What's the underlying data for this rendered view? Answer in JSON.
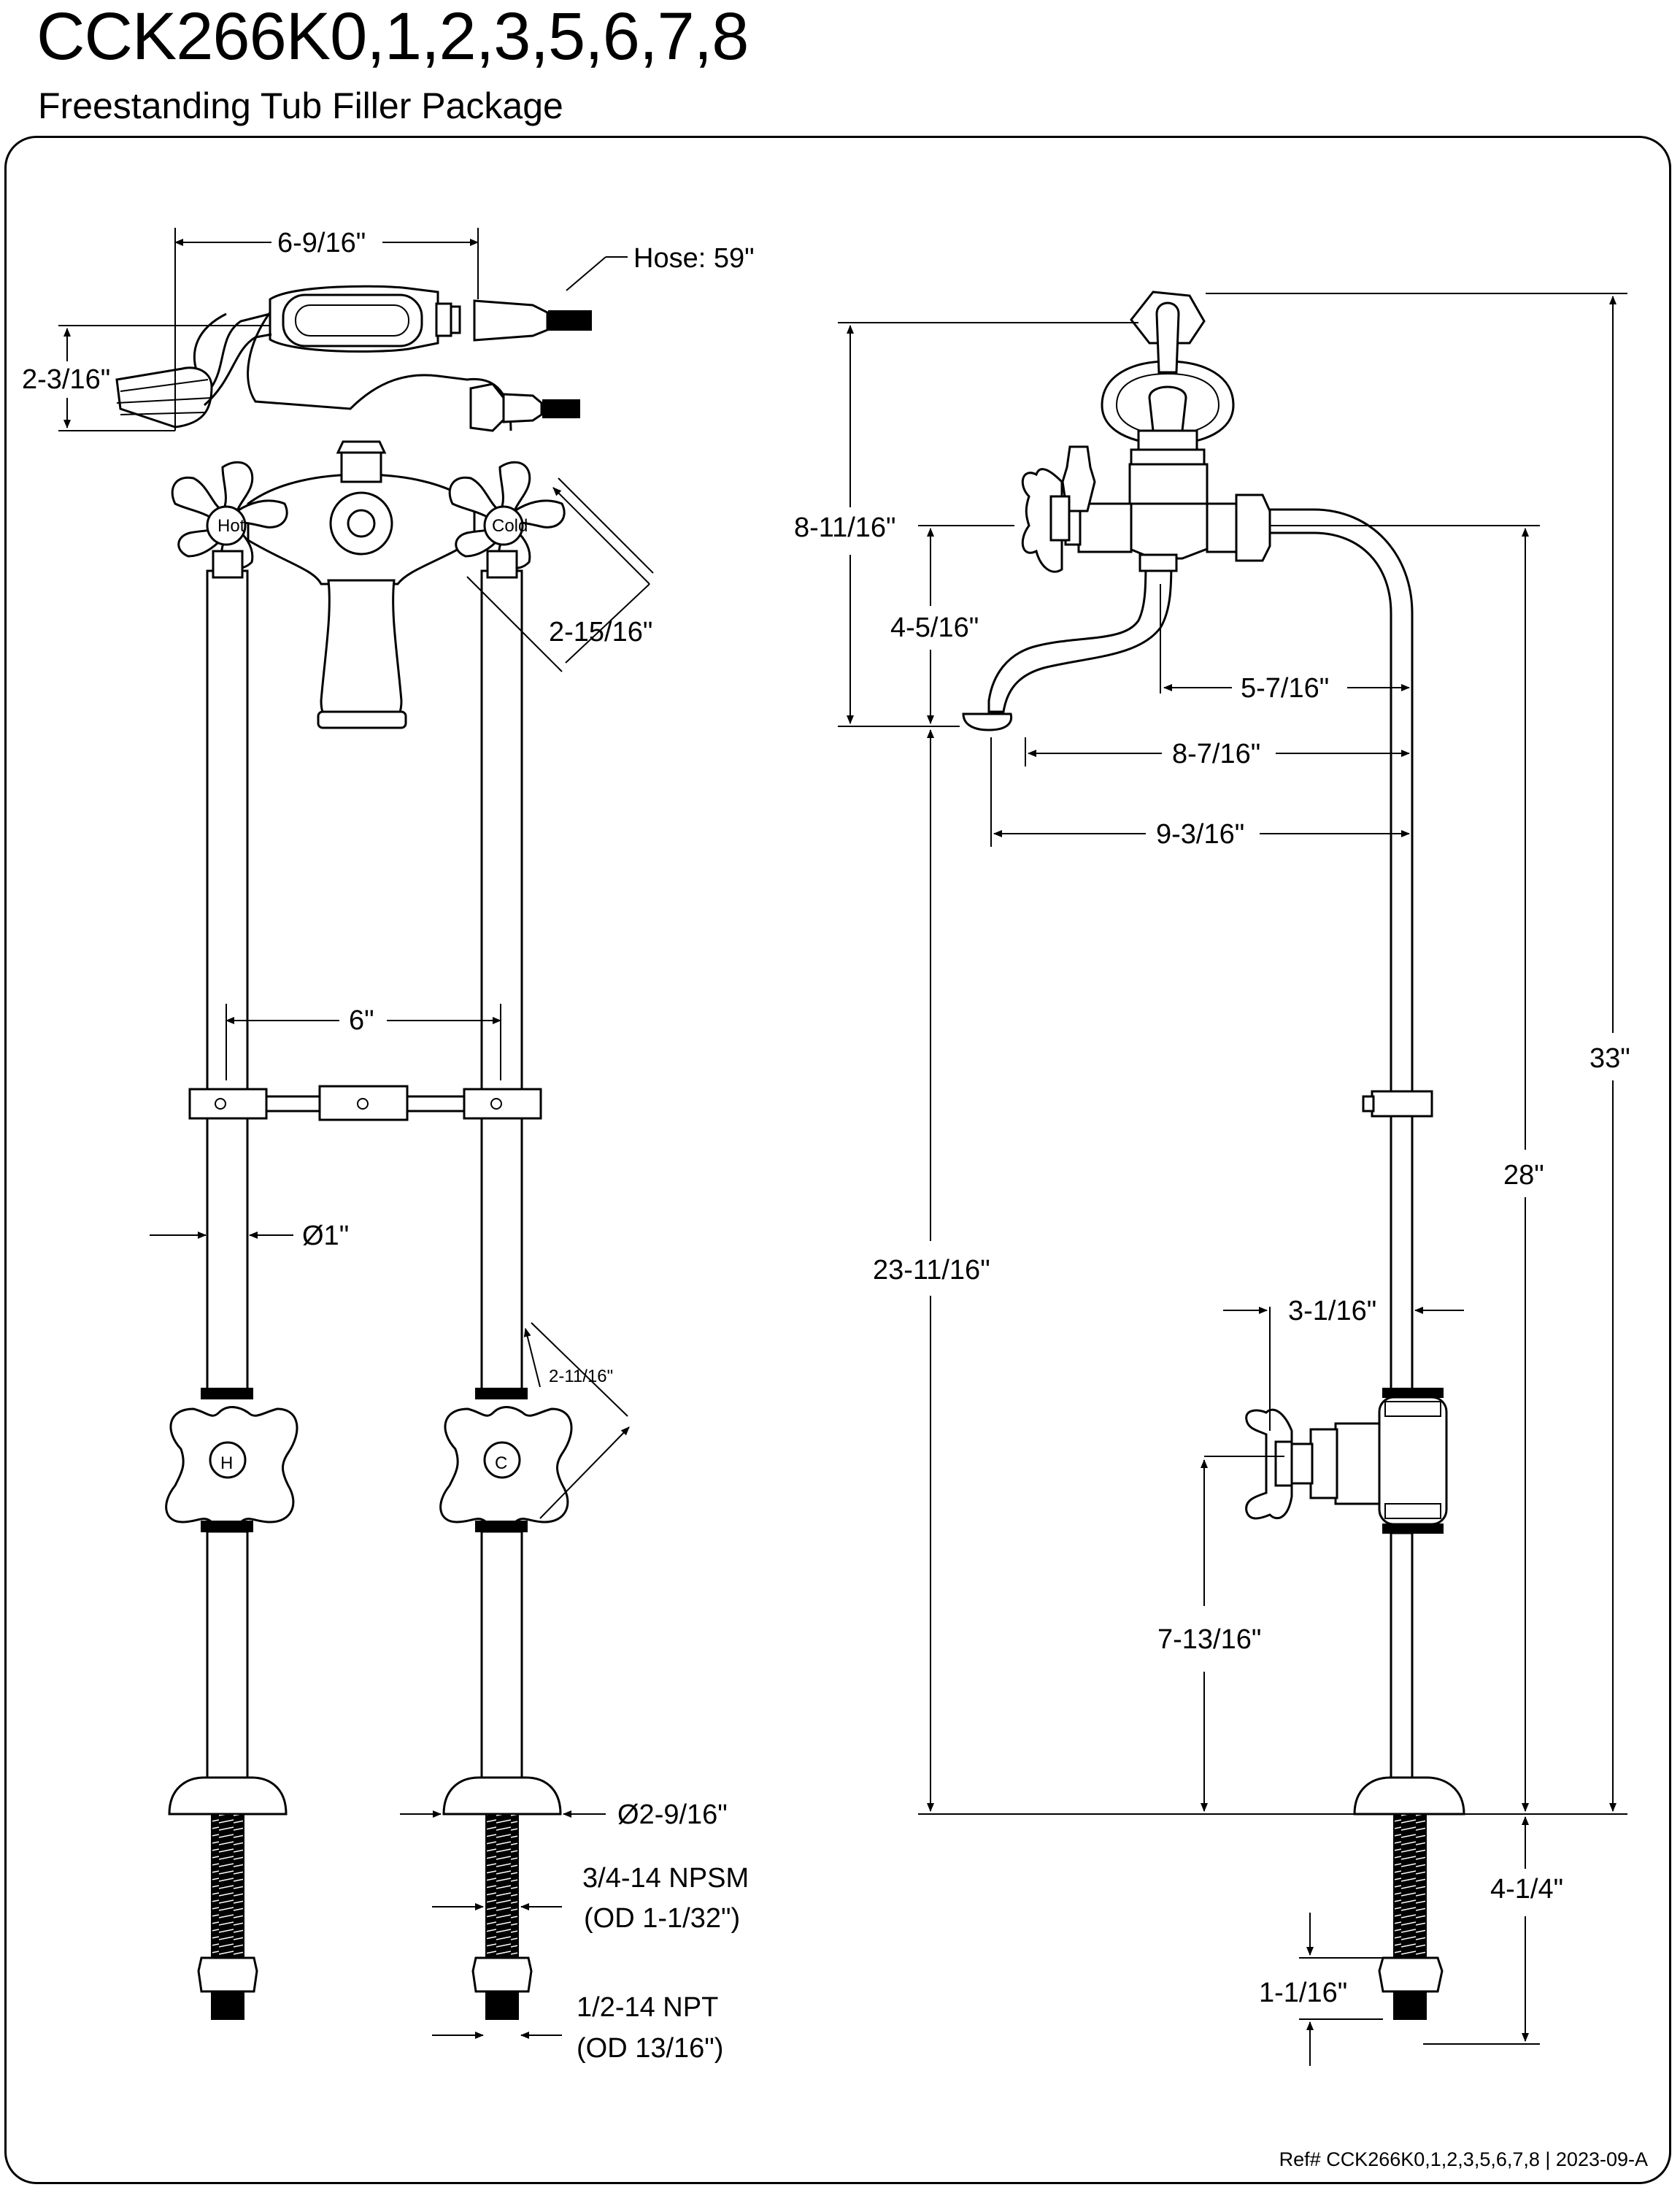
{
  "header": {
    "title": "CCK266K0,1,2,3,5,6,7,8",
    "subtitle": "Freestanding Tub Filler Package"
  },
  "front_view": {
    "dim_width_top": "6-9/16\"",
    "hose_label": "Hose: 59\"",
    "dim_handshower_height": "2-3/16\"",
    "dim_handle_span": "2-15/16\"",
    "dim_center_spacing": "6\"",
    "dim_pipe_diameter": "Ø1\"",
    "dim_valve_handle": "2-11/16\"",
    "dim_flange_diameter": "Ø2-9/16\"",
    "thread_upper_line1": "3/4-14 NPSM",
    "thread_upper_line2": "(OD 1-1/32\")",
    "thread_lower_line1": "1/2-14 NPT",
    "thread_lower_line2": "(OD 13/16\")",
    "handle_letter_hot": "H",
    "handle_letter_cold": "C"
  },
  "side_view": {
    "dim_top_to_spout": "8-11/16\"",
    "dim_handle_to_spout": "4-5/16\"",
    "dim_spout_to_pipe": "5-7/16\"",
    "dim_spout_reach": "8-7/16\"",
    "dim_spout_tip_reach": "9-3/16\"",
    "dim_total_height": "33\"",
    "dim_height_to_valve": "28\"",
    "dim_spout_height": "23-11/16\"",
    "dim_valve_depth": "3-1/16\"",
    "dim_shutoff_height": "7-13/16\"",
    "dim_below_floor": "4-1/4\"",
    "dim_nut_height": "1-1/16\""
  },
  "footer": {
    "ref": "Ref# CCK266K0,1,2,3,5,6,7,8 | 2023-09-A"
  }
}
